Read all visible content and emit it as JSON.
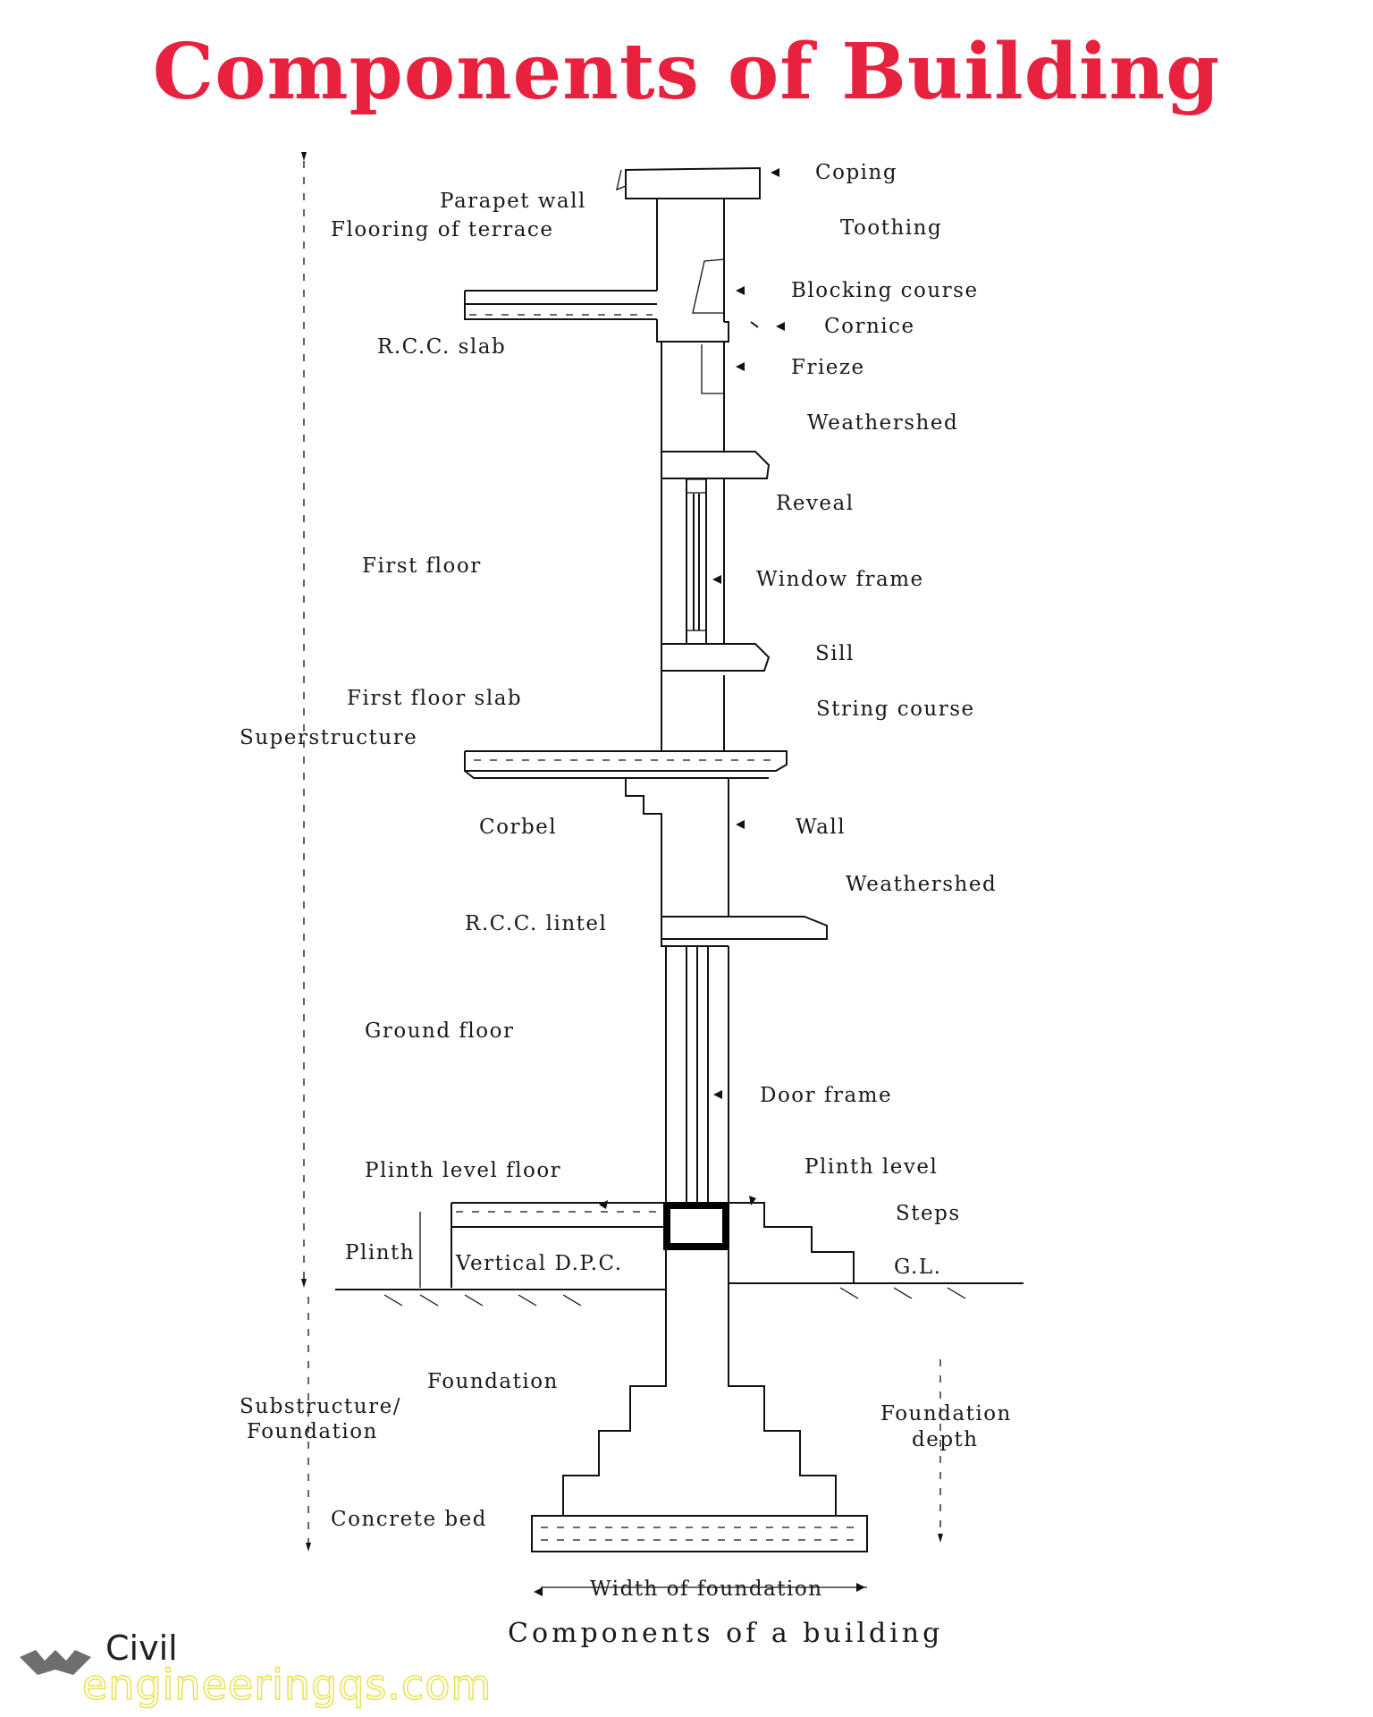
{
  "title": "Components of Building",
  "caption": "Components of a building",
  "labels": {
    "coping": "Coping",
    "parapet_wall": "Parapet wall",
    "toothing": "Toothing",
    "flooring_of_terrace": "Flooring of terrace",
    "blocking_course": "Blocking course",
    "cornice": "Cornice",
    "rcc_slab": "R.C.C. slab",
    "frieze": "Frieze",
    "weathershed_top": "Weathershed",
    "reveal": "Reveal",
    "first_floor": "First floor",
    "window_frame": "Window frame",
    "sill": "Sill",
    "first_floor_slab": "First floor slab",
    "string_course": "String course",
    "superstructure": "Superstructure",
    "corbel": "Corbel",
    "wall": "Wall",
    "weathershed_lower": "Weathershed",
    "rcc_lintel": "R.C.C. lintel",
    "ground_floor": "Ground floor",
    "door_frame": "Door frame",
    "plinth_level_floor": "Plinth level floor",
    "plinth_level": "Plinth level",
    "steps": "Steps",
    "plinth": "Plinth",
    "vertical_dpc": "Vertical D.P.C.",
    "gl": "G.L.",
    "foundation": "Foundation",
    "substructure_line1": "Substructure/",
    "substructure_line2": "Foundation",
    "foundation_depth_line1": "Foundation",
    "foundation_depth_line2": "depth",
    "concrete_bed": "Concrete bed",
    "width_of_foundation": "Width of foundation"
  },
  "watermark": {
    "line1": "Civil",
    "line2": "engineeringqs.com"
  },
  "colors": {
    "title": "#e8213f",
    "watermark_site": "#e9e04a",
    "ink": "#111111"
  }
}
